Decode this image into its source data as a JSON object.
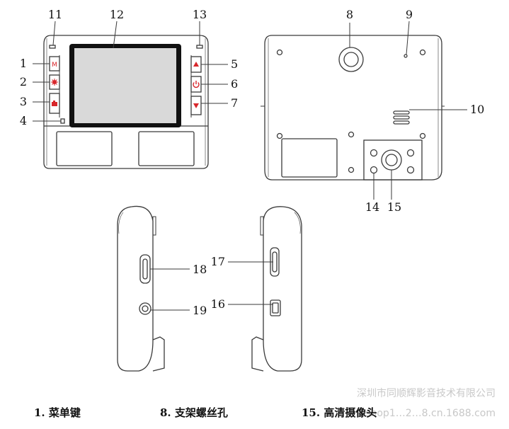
{
  "callout_labels": {
    "c1": "1",
    "c2": "2",
    "c3": "3",
    "c4": "4",
    "c5": "5",
    "c6": "6",
    "c7": "7",
    "c8": "8",
    "c9": "9",
    "c10": "10",
    "c11": "11",
    "c12": "12",
    "c13": "13",
    "c14": "14",
    "c15": "15",
    "c16": "16",
    "c17": "17",
    "c18": "18",
    "c19": "19"
  },
  "legend": {
    "item1": "1.  菜单键",
    "item8": "8.  支架螺丝孔",
    "item15": "15.  高清摄像头"
  },
  "watermark": {
    "line1": "深圳市同顺辉影音技术有限公司",
    "line2": "shop1…2…8.cn.1688.com"
  },
  "icons": {
    "button1": "menu-m-icon",
    "button2": "settings-gear-icon",
    "button3": "camera-icon",
    "button5": "up-arrow-icon",
    "button6": "power-icon",
    "button7": "down-arrow-icon"
  },
  "colors": {
    "outline": "#3a3a3a",
    "screen_frame": "#111111",
    "screen": "#d9d9d9",
    "accent": "#d8262b"
  }
}
